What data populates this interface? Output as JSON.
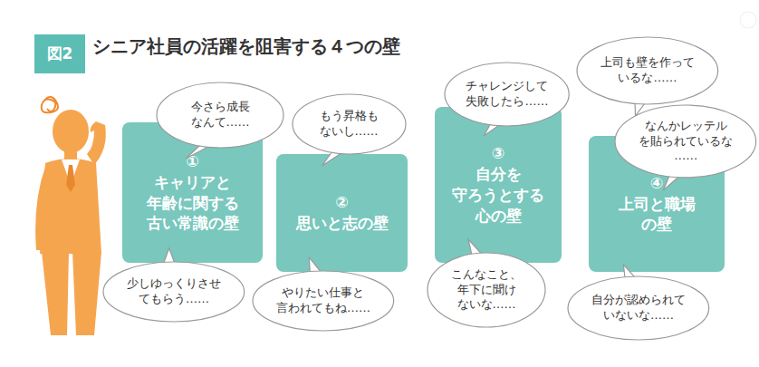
{
  "diagram": {
    "title": "シニア社員の活躍を阻害する４つの壁",
    "nodes": [
      {
        "text": [
          "図2"
        ]
      },
      {
        "text": [
          "①",
          "キャリアと 年齢に関する 古い常識の壁"
        ]
      },
      {
        "text": [
          "今さら成長 なんて……"
        ]
      },
      {
        "text": [
          "少しゆっくりさせ てもらう……"
        ]
      },
      {
        "text": [
          "②",
          "思いと志の壁"
        ]
      },
      {
        "text": [
          "もう昇格も ないし……"
        ]
      },
      {
        "text": [
          "やりたい仕事と 言われてもね……"
        ]
      },
      {
        "text": [
          "③",
          "自分を 守ろうとする 心の壁"
        ]
      },
      {
        "text": [
          "チャレンジして 失敗したら……"
        ]
      },
      {
        "text": [
          "こんなこと、 年下に聞け ないな……"
        ]
      },
      {
        "text": [
          "④",
          "上司と職場 の壁"
        ]
      },
      {
        "text": [
          "上司も壁を作って いるな……"
        ]
      },
      {
        "text": [
          "なんかレッテル を貼られているな ……"
        ]
      },
      {
        "text": [
          "自分が認められて いないな……"
        ]
      }
    ]
  }
}
